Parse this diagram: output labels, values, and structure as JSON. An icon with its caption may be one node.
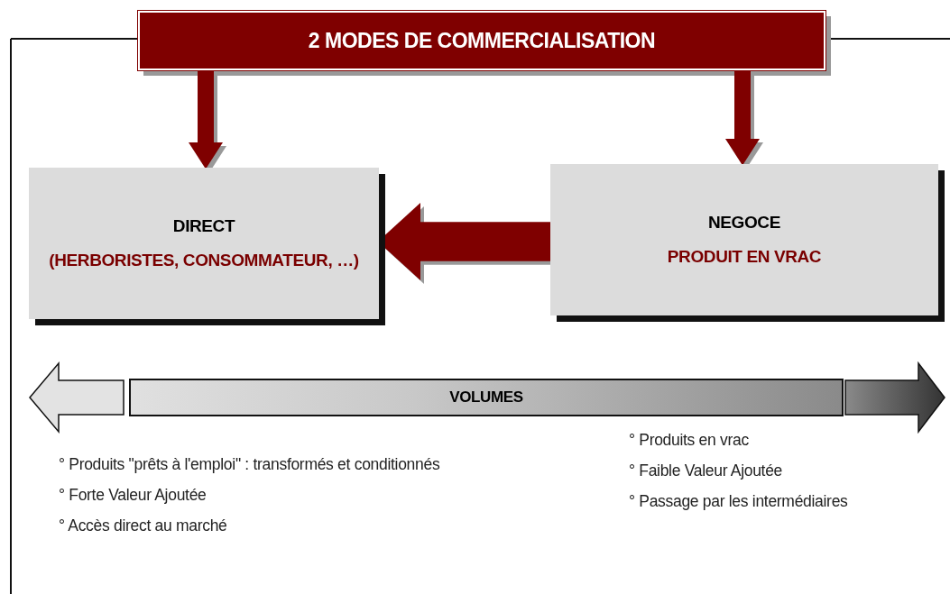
{
  "diagram": {
    "nodes": [
      {
        "text": [
          "2 MODES DE COMMERCIALISATION"
        ]
      },
      {
        "text": [
          "DIRECT",
          "(HERBORISTES, CONSOMMATEUR, …)"
        ]
      },
      {
        "text": [
          "NEGOCE",
          "PRODUIT EN VRAC"
        ]
      },
      {
        "text": [
          "VOLUMES"
        ]
      }
    ],
    "edges": [
      {
        "from": 0,
        "to": 1,
        "arrow": "to"
      },
      {
        "from": 0,
        "to": 2,
        "arrow": "to"
      },
      {
        "from": 2,
        "to": 1,
        "arrow": "to",
        "style": "thick"
      }
    ],
    "labels": [
      "° Produits en vrac",
      "° Produits \"prêts à l'emploi\" : transformés et conditionnés",
      "° Faible Valeur Ajoutée",
      "° Forte Valeur Ajoutée",
      "° Passage par les intermédiaires",
      "° Accès direct au marché"
    ]
  }
}
